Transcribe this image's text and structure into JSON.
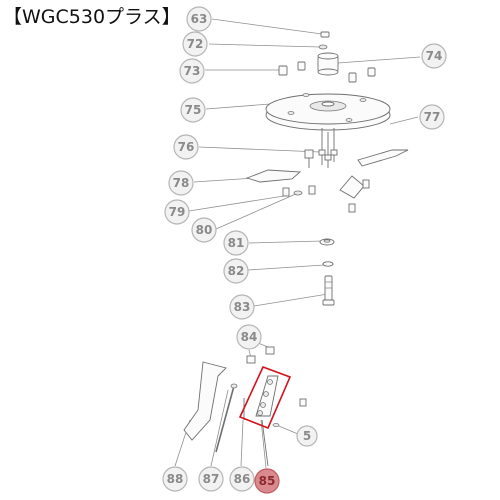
{
  "title": "【WGC530プラス】",
  "colors": {
    "highlight": "#d4121b",
    "highlight_bubble": "#d98a8e",
    "bubble": "#f2f2f2"
  },
  "parts": {
    "p63": "63",
    "p72": "72",
    "p73": "73",
    "p74": "74",
    "p75": "75",
    "p76": "76",
    "p77": "77",
    "p78": "78",
    "p79": "79",
    "p80": "80",
    "p81": "81",
    "p82": "82",
    "p83": "83",
    "p84": "84",
    "p5": "5",
    "p88": "88",
    "p87": "87",
    "p86": "86",
    "p85": "85"
  },
  "highlighted_part": "85"
}
